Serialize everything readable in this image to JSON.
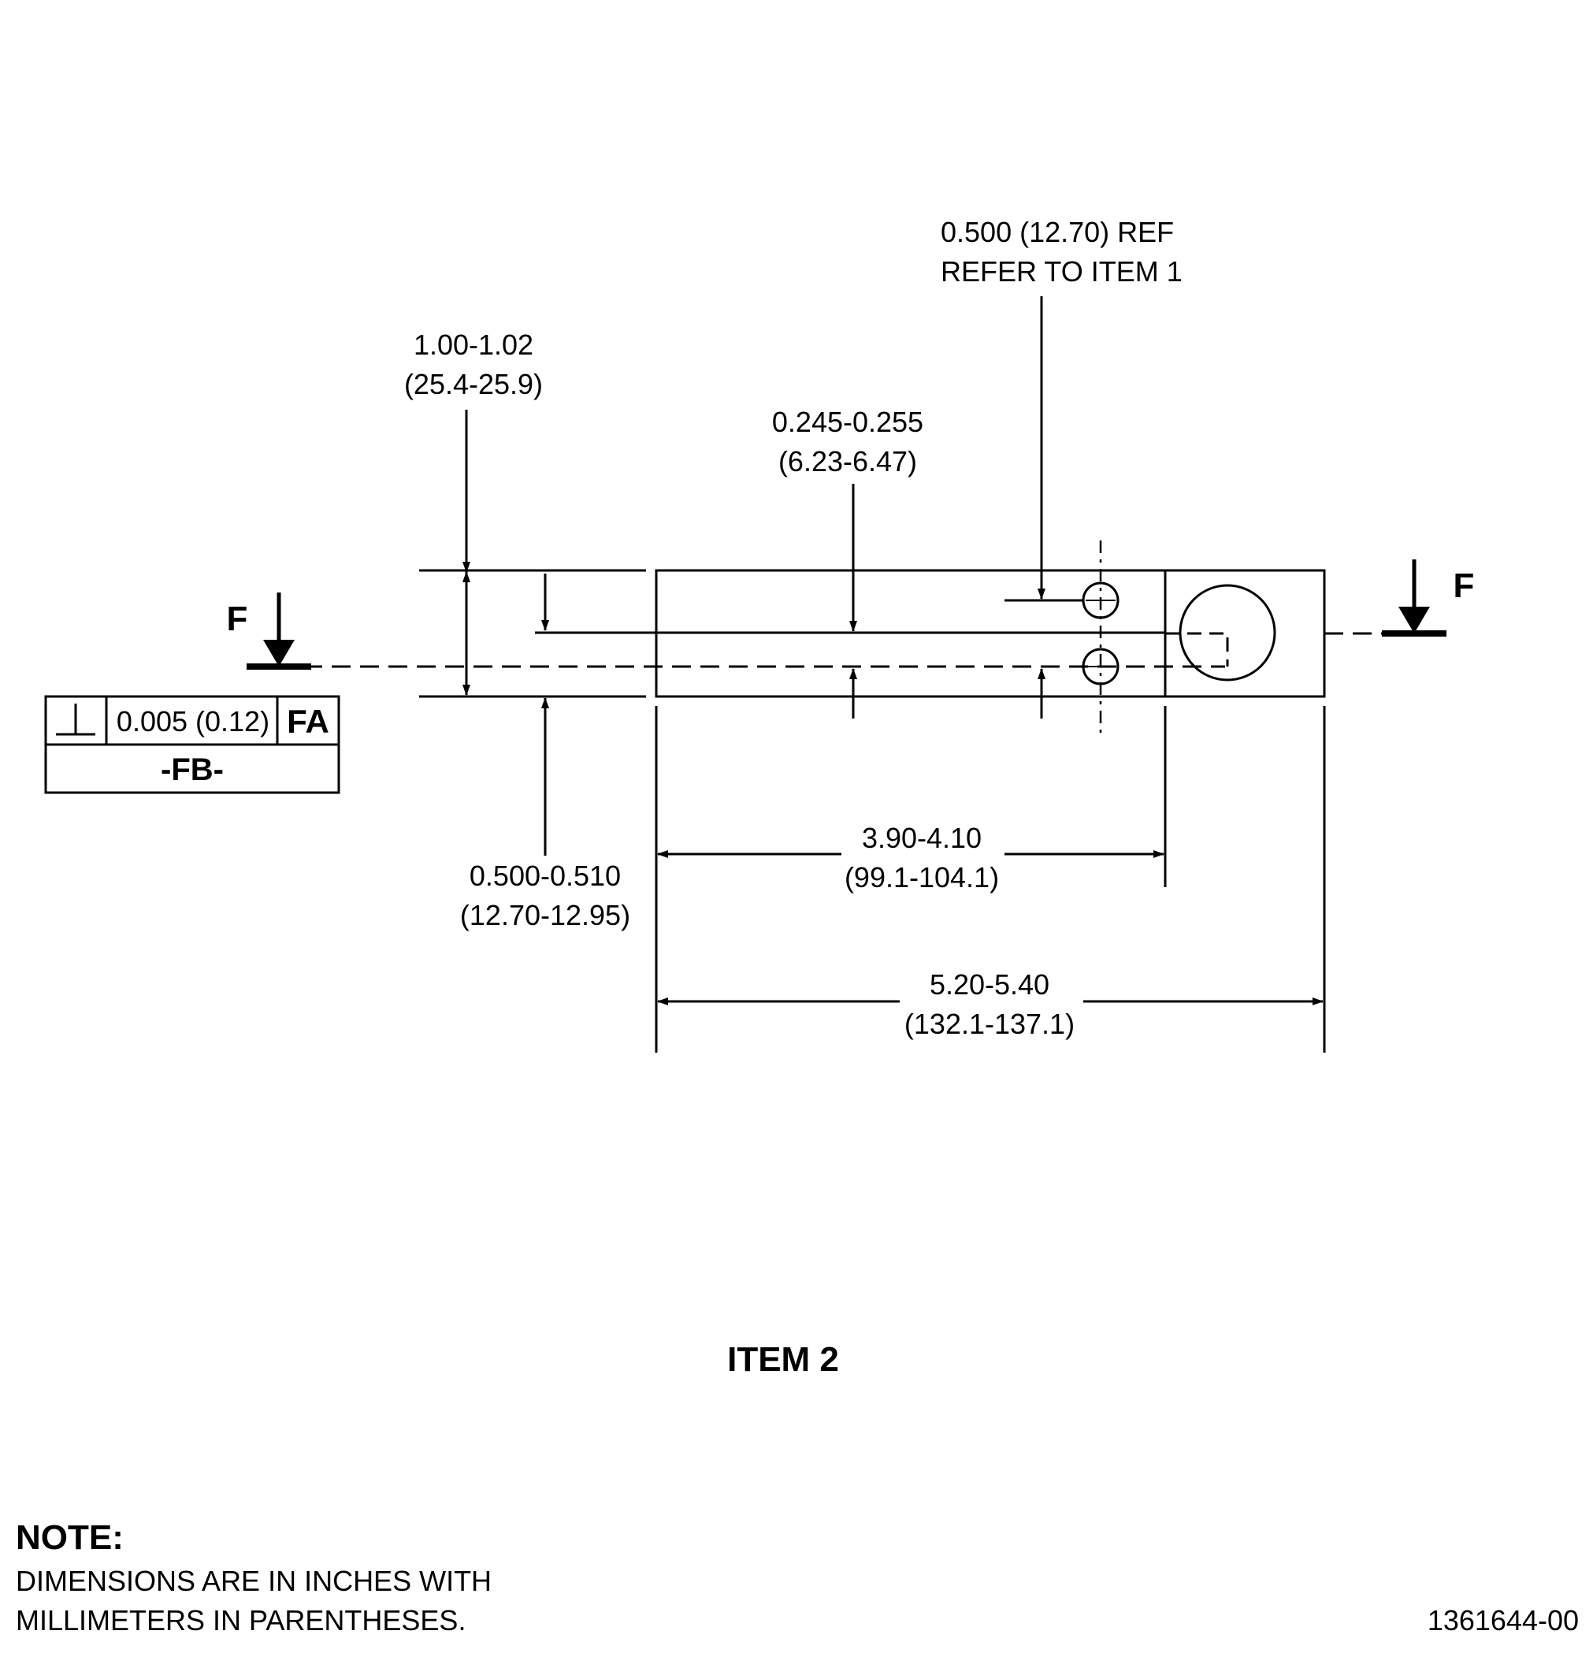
{
  "colors": {
    "ink": "#000000",
    "paper": "#ffffff"
  },
  "dimensions": {
    "ref_hole": {
      "line1": "0.500 (12.70) REF",
      "line2": "REFER TO ITEM 1"
    },
    "height": {
      "line1": "1.00-1.02",
      "line2": "(25.4-25.9)"
    },
    "slot": {
      "line1": "0.245-0.255",
      "line2": "(6.23-6.47)"
    },
    "offset": {
      "line1": "0.500-0.510",
      "line2": "(12.70-12.95)"
    },
    "hole_spacing": {
      "line1": "3.90-4.10",
      "line2": "(99.1-104.1)"
    },
    "overall_length": {
      "line1": "5.20-5.40",
      "line2": "(132.1-137.1)"
    }
  },
  "section_marks": {
    "left": "F",
    "right": "F"
  },
  "feature_control_frame": {
    "symbol": "⊥",
    "tolerance": "0.005 (0.12)",
    "datum": "FA",
    "datum_label": "-FB-"
  },
  "title": "ITEM 2",
  "note": {
    "heading": "NOTE:",
    "line1": "DIMENSIONS ARE IN INCHES WITH",
    "line2": "MILLIMETERS IN PARENTHESES."
  },
  "drawing_number": "1361644-00"
}
